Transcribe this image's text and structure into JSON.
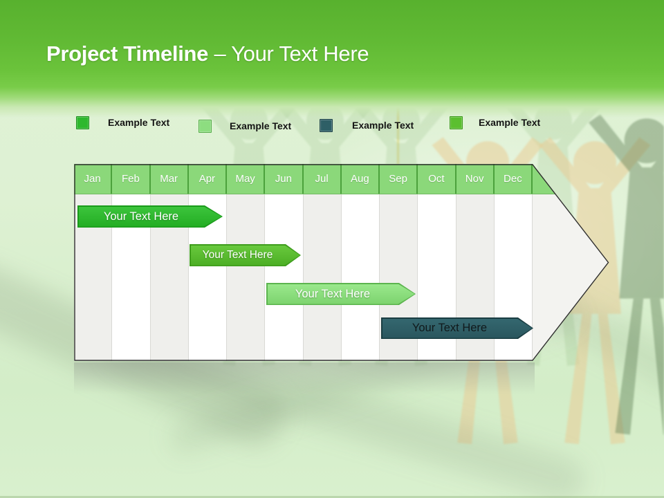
{
  "title": {
    "bold": "Project Timeline",
    "rest": "– Your Text Here"
  },
  "legend": {
    "items": [
      {
        "label": "Example Text",
        "color": "#2eb82e",
        "border": "#1d8f1d"
      },
      {
        "label": "Example Text",
        "color": "#8ddd80",
        "border": "#57ad4a"
      },
      {
        "label": "Example Text",
        "color": "#2e5f66",
        "border": "#1c4147"
      },
      {
        "label": "Example Text",
        "color": "#5bbf2f",
        "border": "#3e9a1e"
      }
    ]
  },
  "chart_data": {
    "type": "timeline",
    "title": "Project Timeline – Your Text Here",
    "months": [
      "Jan",
      "Feb",
      "Mar",
      "Apr",
      "May",
      "Jun",
      "Jul",
      "Aug",
      "Sep",
      "Oct",
      "Nov",
      "Dec"
    ],
    "header_color": "#8bd87a",
    "bars": [
      {
        "label": "Your Text Here",
        "start": "Jan",
        "end": "Apr",
        "fill": "#3cc43c",
        "fill2": "#23ad23",
        "border": "#1a9a1a",
        "text_color": "#ffffff"
      },
      {
        "label": "Your Text Here",
        "start": "Apr",
        "end": "Jun",
        "fill": "#68c93d",
        "fill2": "#4cae24",
        "border": "#3e9c1c",
        "text_color": "#ffffff"
      },
      {
        "label": "Your Text Here",
        "start": "Jun",
        "end": "Sep",
        "fill": "#9ae88c",
        "fill2": "#7dd36e",
        "border": "#5cb44e",
        "text_color": "#ffffff"
      },
      {
        "label": "Your Text Here",
        "start": "Sep",
        "end": "Dec",
        "fill": "#34676f",
        "fill2": "#2a565e",
        "border": "#1a3d42",
        "text_color": "#10191b"
      }
    ]
  },
  "background": {
    "illustration": "paper-people-chain"
  }
}
